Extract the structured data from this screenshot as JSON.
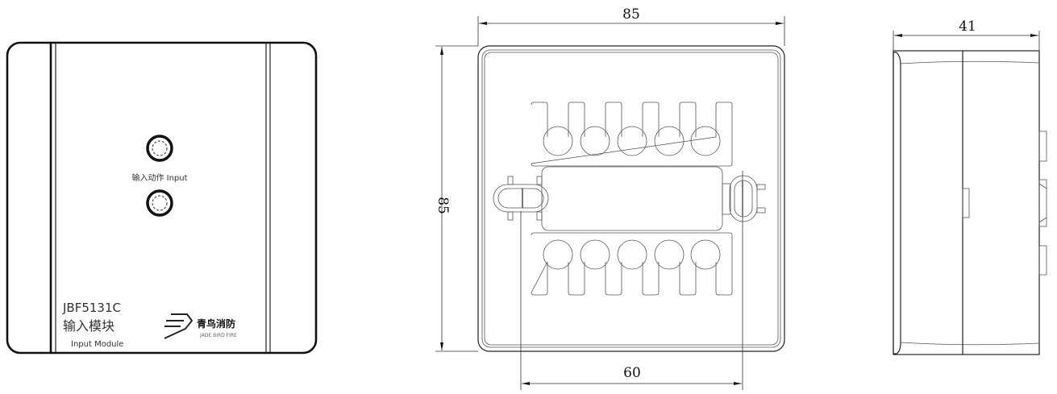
{
  "front_view": {
    "button_label": "输入动作 Input",
    "model": "JBF5131C",
    "name_cn": "输入模块",
    "name_en": "Input Module",
    "brand_cn": "青鸟消防",
    "brand_en": "JADE BIRD FIRE"
  },
  "back_view": {
    "width_dim": "85",
    "height_dim": "85",
    "mount_spacing_dim": "60"
  },
  "side_view": {
    "depth_dim": "41"
  }
}
